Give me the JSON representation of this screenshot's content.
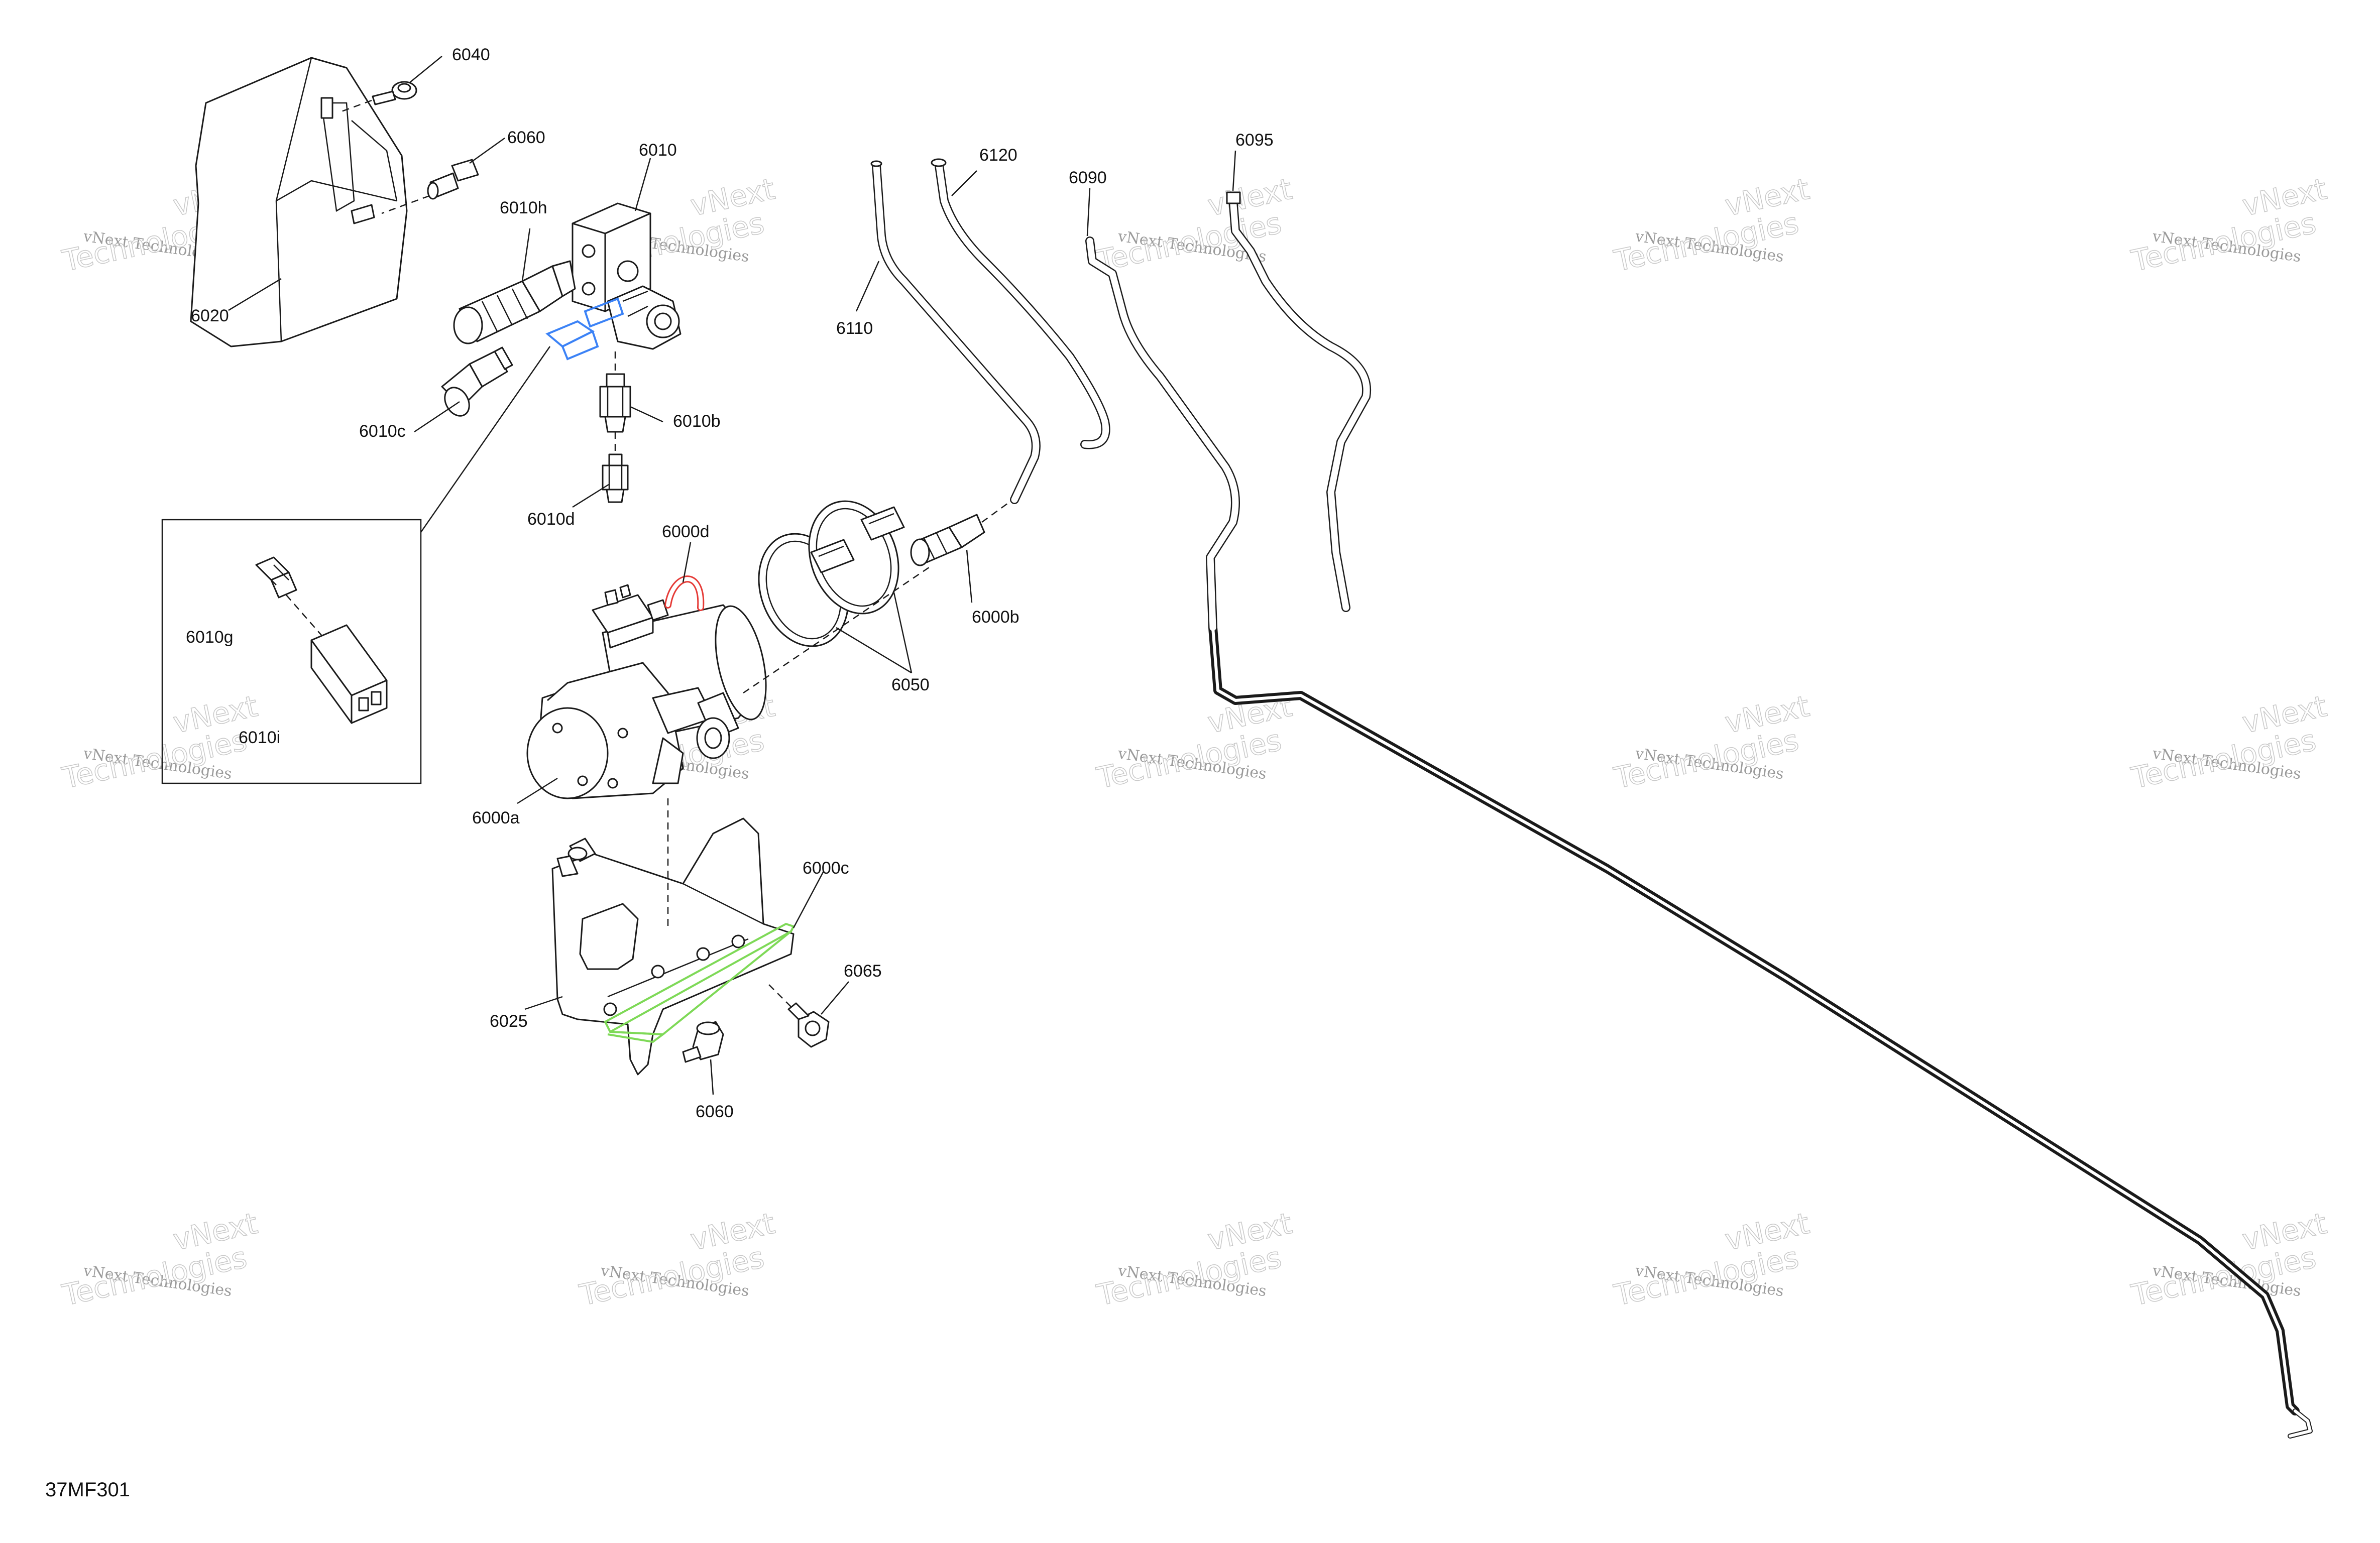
{
  "figure_id": "37MF301",
  "watermark": {
    "line1": "vNext",
    "line2": "vNext Technologies",
    "line3": "Technologies"
  },
  "callouts": {
    "c6040": "6040",
    "c6060a": "6060",
    "c6010": "6010",
    "c6010h": "6010h",
    "c6020": "6020",
    "c6010c": "6010c",
    "c6010b": "6010b",
    "c6010d": "6010d",
    "c6010g": "6010g",
    "c6010i": "6010i",
    "c6000d": "6000d",
    "c6000b": "6000b",
    "c6050": "6050",
    "c6000a": "6000a",
    "c6000c": "6000c",
    "c6065": "6065",
    "c6025": "6025",
    "c6060b": "6060",
    "c6110": "6110",
    "c6120": "6120",
    "c6090": "6090",
    "c6095": "6095"
  },
  "highlight_colors": {
    "part_6010g": "#3b82f6",
    "part_6000d": "#e53935",
    "part_6000c": "#7ed957"
  }
}
